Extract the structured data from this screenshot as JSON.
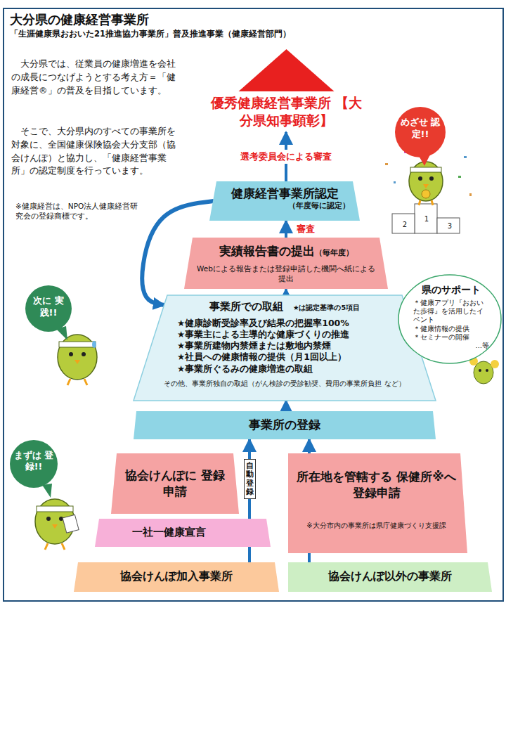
{
  "diagram": {
    "title": "大分県の健康経営事業所",
    "nodes": [
      {
        "text": [
          "優秀健康経営事業所 【大分県知事顕彰】"
        ]
      },
      {
        "text": [
          "めざせ 認定!!"
        ]
      },
      {
        "text": [
          "健康経営事業所認定",
          "（年度毎に認定）"
        ]
      },
      {
        "text": [
          "実績報告書の提出",
          "（毎年度）",
          "Webによる報告または登録申請した機関へ紙による提出"
        ]
      },
      {
        "text": [
          "次に 実践!!"
        ]
      },
      {
        "text": [
          "事業所での取組",
          "★は認定基準の5項目",
          "★健康診断受診率及び結果の把握率100%",
          "★事業主による主導的な健康づくりの推進",
          "★事業所建物内禁煙または敷地内禁煙",
          "★社員への健康情報の提供（月1回以上）",
          "★事業所ぐるみの健康増進の取組",
          "その他、事業所独自の取組（がん検診の受診勧奨、費用の事業所負担 など）"
        ]
      },
      {
        "text": [
          "県のサポート",
          "＊健康アプリ『おおいた歩得』を活用したイベント",
          "＊健康情報の提供",
          "＊セミナーの開催",
          "…等"
        ]
      },
      {
        "text": [
          "事業所の登録"
        ]
      },
      {
        "text": [
          "まずは 登録!!"
        ]
      },
      {
        "text": [
          "協会けんぽに 登録申請"
        ]
      },
      {
        "text": [
          "所在地を管轄する 保健所※へ登録申請",
          "※大分市内の事業所は県庁健康づくり支援課"
        ]
      },
      {
        "text": [
          "一社一健康宣言"
        ]
      },
      {
        "text": [
          "協会けんぽ加入事業所"
        ]
      },
      {
        "text": [
          "協会けんぽ以外の事業所"
        ]
      }
    ],
    "edges": [
      {
        "from": 2,
        "to": 0,
        "arrow": "to",
        "label": "選考委員会による審査"
      },
      {
        "from": 3,
        "to": 2,
        "arrow": "to",
        "label": "審査"
      },
      {
        "from": 2,
        "to": 5,
        "arrow": "to"
      },
      {
        "from": 5,
        "to": 3,
        "arrow": "to"
      },
      {
        "from": 7,
        "to": 5,
        "arrow": "to"
      },
      {
        "from": 12,
        "to": 11,
        "arrow": "none"
      },
      {
        "from": 11,
        "to": 7,
        "arrow": "to",
        "label": "自動登録"
      },
      {
        "from": 13,
        "to": 10,
        "arrow": "none"
      },
      {
        "from": 10,
        "to": 7,
        "arrow": "to"
      }
    ],
    "labels": [
      "「生涯健康県おおいた21推進協力事業所」普及推進事業（健康経営部門）",
      "大分県では、従業員の健康増進を会社の成長につなげようとする考え方＝「健康経営®」の普及を目指しています。",
      "そこで、大分県内のすべての事業所を対象に、全国健康保険協会大分支部（協会けんぽ）と協力し、「健康経営事業所」の認定制度を行っています。",
      "※健康経営は、NPO法人健康経営研究会の登録商標です。",
      "2",
      "1",
      "3"
    ]
  }
}
